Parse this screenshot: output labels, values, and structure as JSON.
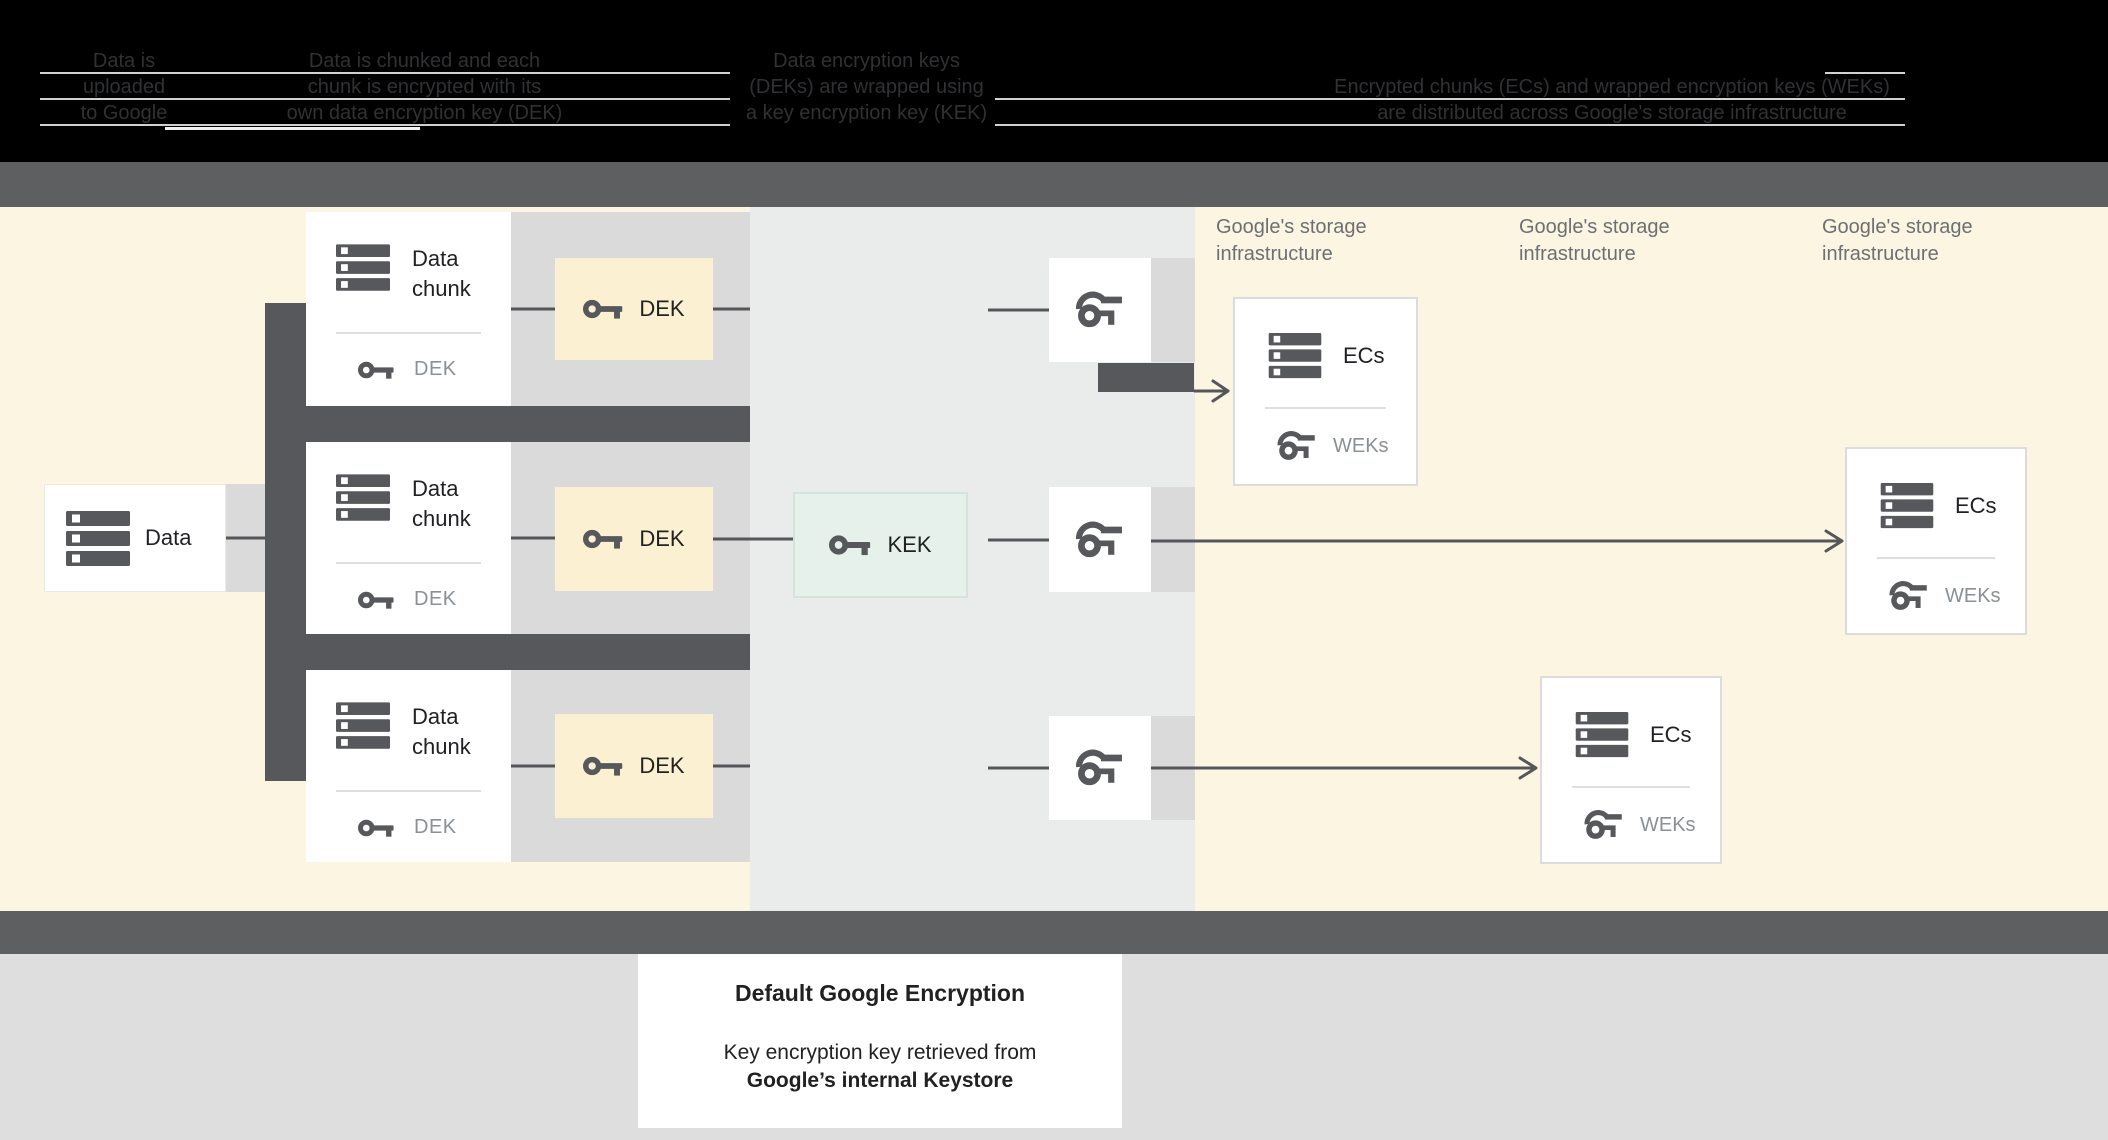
{
  "header": {
    "captions": [
      {
        "lines": [
          "Data is",
          "uploaded",
          "to Google"
        ]
      },
      {
        "lines": [
          "Data is chunked and each",
          "chunk is encrypted with its",
          "own data encryption key (DEK)"
        ]
      },
      {
        "lines": [
          "Data encryption keys",
          "(DEKs) are wrapped using",
          "a key encryption key (KEK)"
        ]
      },
      {
        "lines": [
          "Encrypted chunks (ECs) and wrapped encryption keys (WEKs)",
          "are distributed across Google's storage infrastructure"
        ]
      }
    ]
  },
  "diagram": {
    "data_box": {
      "label": "Data"
    },
    "chunk_rows": [
      {
        "title": "Data chunk",
        "inner_key_label": "DEK",
        "dek_box_label": "DEK"
      },
      {
        "title": "Data chunk",
        "inner_key_label": "DEK",
        "dek_box_label": "DEK"
      },
      {
        "title": "Data chunk",
        "inner_key_label": "DEK",
        "dek_box_label": "DEK"
      }
    ],
    "kek": {
      "label": "KEK"
    },
    "storage_labels": [
      {
        "line1": "Google's storage",
        "line2": "infrastructure"
      },
      {
        "line1": "Google's storage",
        "line2": "infrastructure"
      },
      {
        "line1": "Google's storage",
        "line2": "infrastructure"
      }
    ],
    "ecs_boxes": [
      {
        "title": "ECs",
        "key_label": "WEKs"
      },
      {
        "title": "ECs",
        "key_label": "WEKs"
      },
      {
        "title": "ECs",
        "key_label": "WEKs"
      }
    ]
  },
  "caption_panel": {
    "title": "Default Google Encryption",
    "body_line1": "Key encryption key retrieved from",
    "body_line2": "Google’s internal Keystore"
  },
  "colors": {
    "yellow_bg": "#FCF5E1",
    "band_bg": "#E9ECEB",
    "dek_yellow": "#FBF1D2",
    "kek_green": "#E5F1EA",
    "dark": "#57585B",
    "band_dark": "#5E5F60",
    "strip_gray": "#DADADA",
    "footer_bg": "#DEDEDE",
    "storage_label": "#6C7074",
    "muted_label": "#8A9095"
  }
}
